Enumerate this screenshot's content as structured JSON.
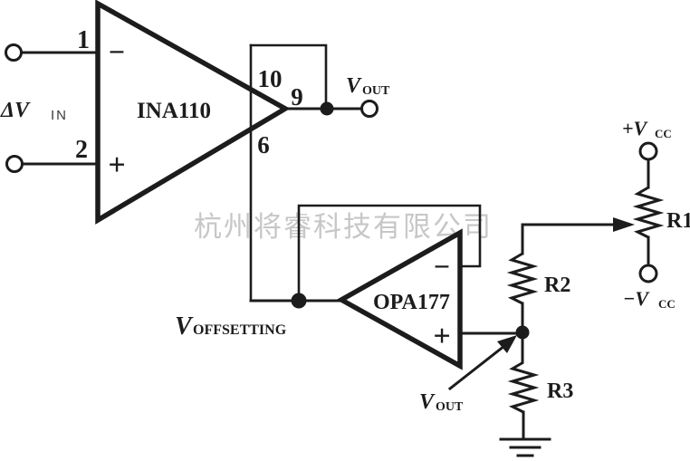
{
  "colors": {
    "ink": "#1c1c1c",
    "background": "#ffffff",
    "watermark": "#c7c7c7"
  },
  "watermark": "杭州将睿科技有限公司",
  "ina110": {
    "label": "INA110",
    "pin1": "1",
    "pin2": "2",
    "pin6": "6",
    "pin9": "9",
    "pin10": "10",
    "inverting_sign": "−",
    "noninverting_sign": "+"
  },
  "opa177": {
    "label": "OPA177",
    "inverting_sign": "−",
    "noninverting_sign": "+"
  },
  "labels": {
    "delta_vin": {
      "main": "ΔV",
      "sub": "IN"
    },
    "vout_top": {
      "main": "V",
      "sub": "OUT"
    },
    "v_offsetting": {
      "main": "V",
      "sub": "OFFSETTING"
    },
    "vout_bottom": {
      "main": "V",
      "sub": "OUT"
    },
    "plus_vcc": {
      "main": "+V",
      "sub": "CC"
    },
    "minus_vcc": {
      "main": "−V",
      "sub": "CC"
    }
  },
  "resistors": {
    "r1": "R1",
    "r2": "R2",
    "r3": "R3"
  }
}
